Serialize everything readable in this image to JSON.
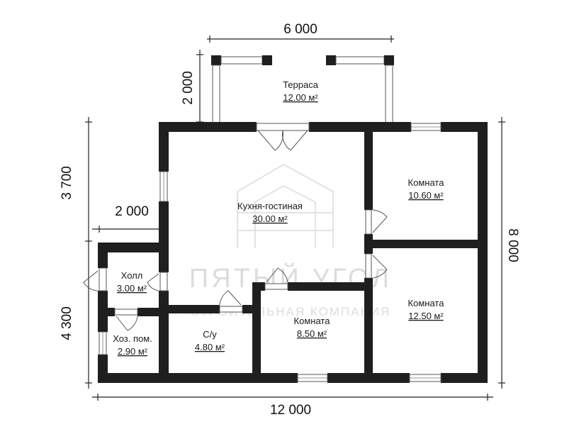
{
  "dimensions": {
    "top_width": "6 000",
    "terrace_depth": "2 000",
    "left_upper": "3 700",
    "left_offset": "2 000",
    "left_lower": "4 300",
    "right_height": "8 000",
    "bottom_width": "12 000"
  },
  "rooms": {
    "terrace": {
      "name": "Терраса",
      "area": "12.00 м²"
    },
    "kitchen": {
      "name": "Кухня-гостиная",
      "area": "30.00 м²"
    },
    "room1": {
      "name": "Комната",
      "area": "10.60 м²"
    },
    "room2": {
      "name": "Комната",
      "area": "12.50 м²"
    },
    "room3": {
      "name": "Комната",
      "area": "8.50 м²"
    },
    "hall": {
      "name": "Холл",
      "area": "3.00 м²"
    },
    "storage": {
      "name": "Хоз. пом.",
      "area": "2.90 м²"
    },
    "bathroom": {
      "name": "С/у",
      "area": "4.80 м²"
    }
  },
  "watermark": {
    "main": "ПЯТЫЙ УГОЛ",
    "sub": "СТРОИТЕЛЬНАЯ КОМПАНИЯ"
  },
  "colors": {
    "wall": "#1f1f1f",
    "background": "#ffffff"
  }
}
